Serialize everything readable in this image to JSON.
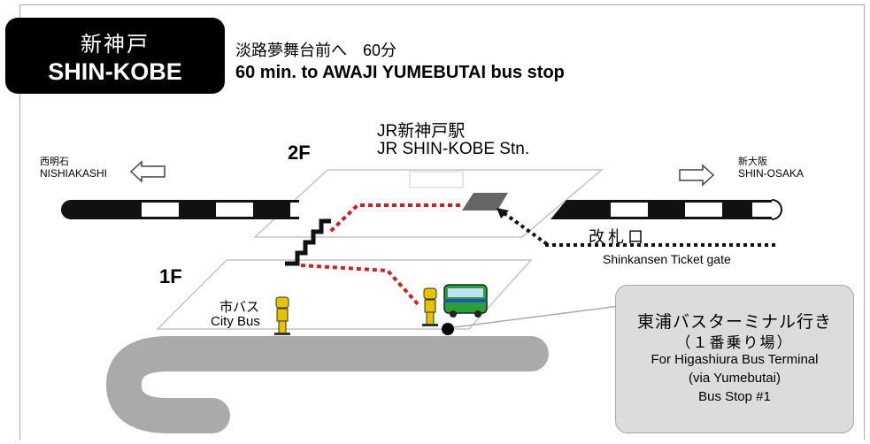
{
  "station": {
    "name_jp": "新神戸",
    "name_en": "SHIN-KOBE"
  },
  "heading": {
    "jp": "淡路夢舞台前へ　60分",
    "en": "60 min. to AWAJI YUMEBUTAI bus stop"
  },
  "directions": {
    "west": {
      "jp": "西明石",
      "en": "NISHIAKASHI"
    },
    "east": {
      "jp": "新大阪",
      "en": "SHIN-OSAKA"
    }
  },
  "floors": {
    "upper": "2F",
    "lower": "1F"
  },
  "station_label": {
    "jp": "JR新神戸駅",
    "en": "JR SHIN-KOBE Stn."
  },
  "ticket_gate": {
    "jp": "改札口",
    "en": "Shinkansen Ticket gate"
  },
  "city_bus": {
    "jp": "市バス",
    "en": "City Bus"
  },
  "bus_stop_callout": {
    "jp_line1": "東浦バスターミナル行き",
    "jp_line2": "（１番乗り場）",
    "en_line1": "For Higashiura Bus Terminal",
    "en_line2": "(via Yumebutai)",
    "en_line3": "Bus Stop #1"
  },
  "colors": {
    "route": "#cc2222",
    "walk_path": "#111111",
    "road": "#aaaaaa",
    "bus": "#2e9e3a",
    "person_sign": "#e6c200"
  },
  "icons": [
    "arrow-left-outline-icon",
    "arrow-right-outline-icon",
    "staircase-icon",
    "bus-icon",
    "person-sign-icon",
    "bus-stop-dot-icon"
  ]
}
